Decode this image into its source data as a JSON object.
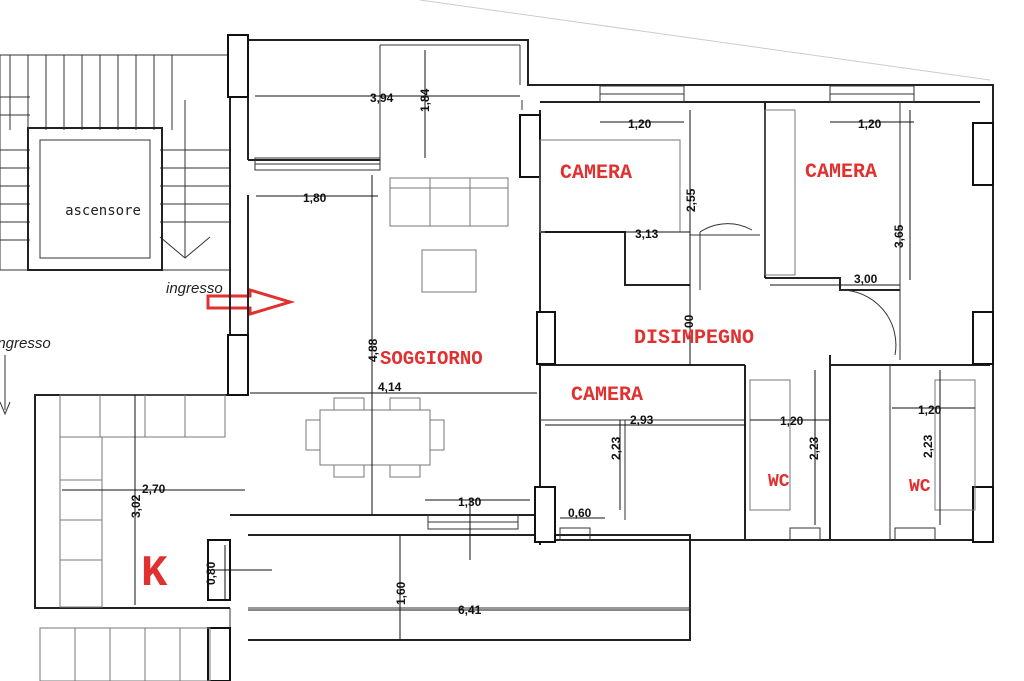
{
  "rooms": {
    "camera1": "CAMERA",
    "camera2": "CAMERA",
    "camera3": "CAMERA",
    "soggiorno": "SOGGIORNO",
    "disimpegno": "DISIMPEGNO",
    "wc1": "WC",
    "wc2": "WC",
    "kitchen": "K"
  },
  "labels": {
    "ascensore": "ascensore",
    "ingresso_main": "ingresso",
    "ingresso_left": "ingresso"
  },
  "dimensions": {
    "balcony_top_w": "3,94",
    "balcony_top_h": "1,84",
    "sog_top_w": "1,80",
    "sog_h": "4,88",
    "sog_w": "4,14",
    "cam1_window": "1,20",
    "cam1_h": "2,55",
    "cam1_w": "3,13",
    "cam2_window": "1,20",
    "cam2_h": "3,65",
    "cam2_w": "3,00",
    "dis_gap": "00",
    "cam3_w": "2,93",
    "cam3_h": "2,23",
    "wc1_w": "1,20",
    "wc1_h": "2,23",
    "wc2_w": "1,20",
    "wc2_h": "2,23",
    "k_w": "2,70",
    "k_h": "3,02",
    "sog_win": "1,30",
    "door_060": "0,60",
    "k_small": "0,80",
    "balcony_bot_h": "1,60",
    "balcony_bot_w": "6,41"
  },
  "colors": {
    "room_labels": "#e03030",
    "entry_arrow": "#e03030",
    "lines": "#222222"
  }
}
